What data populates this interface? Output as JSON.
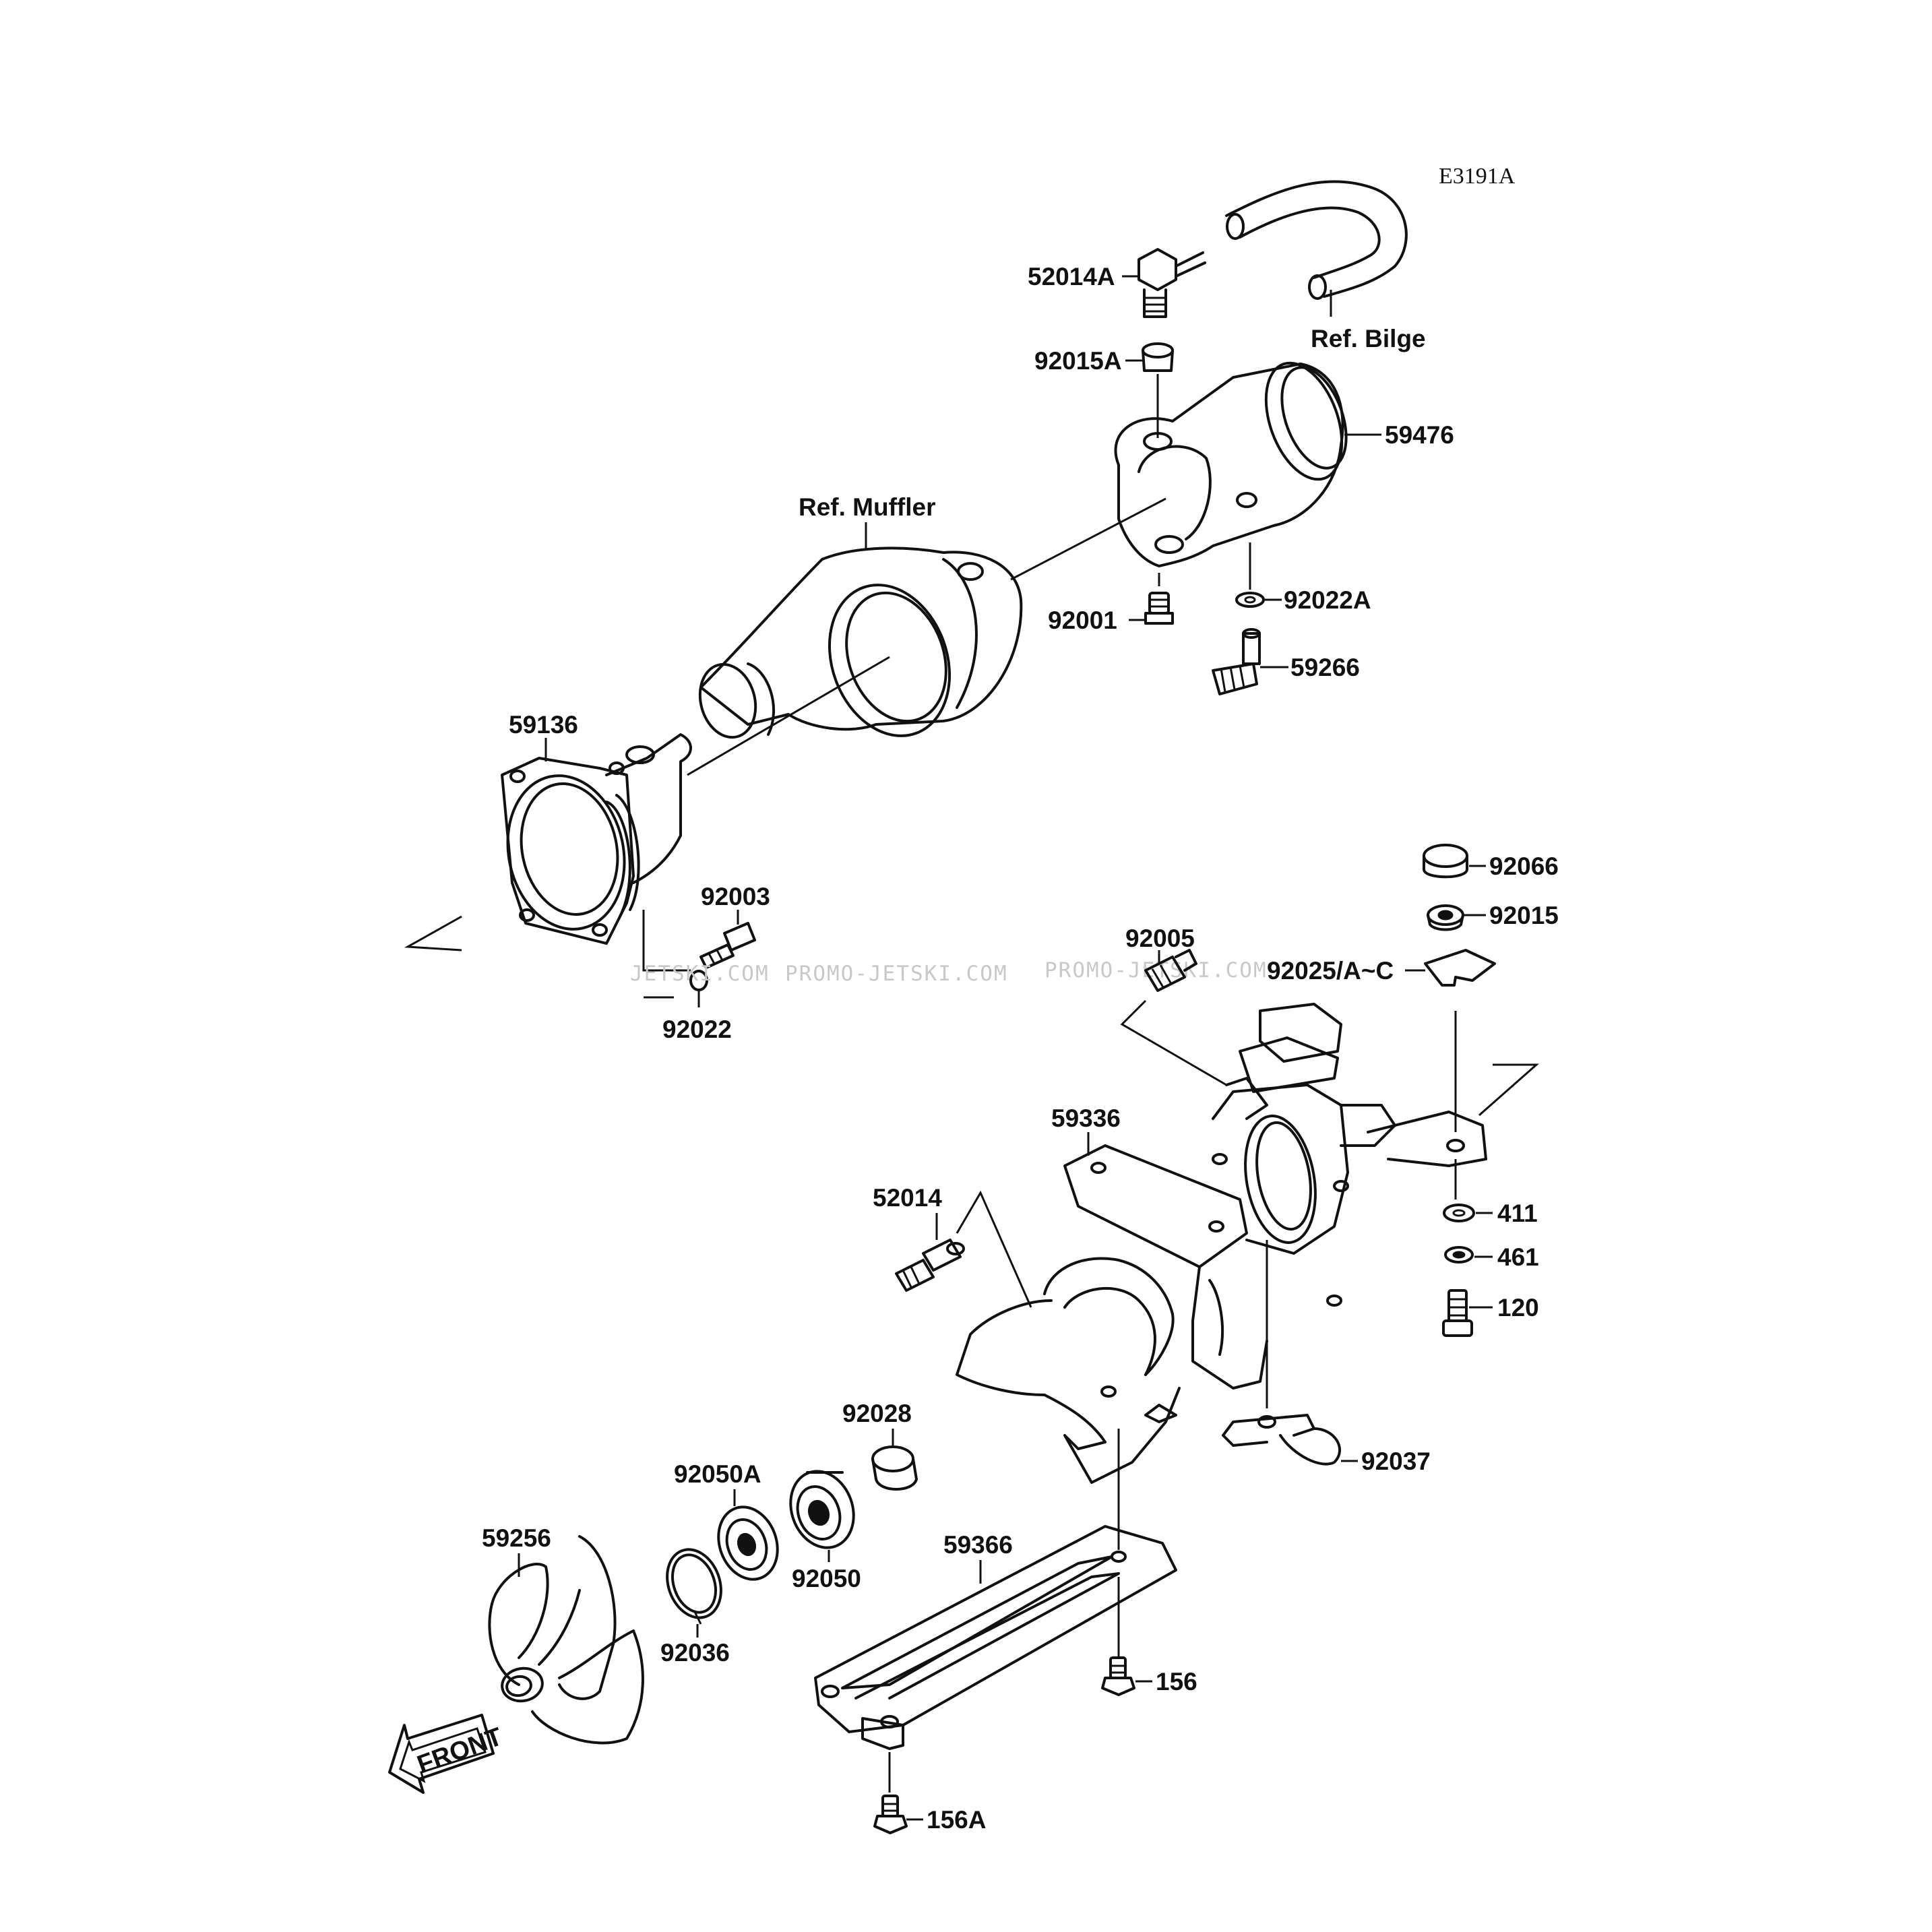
{
  "diagram_code": "E3191A",
  "references": {
    "bilge": "Ref. Bilge",
    "muffler": "Ref. Muffler"
  },
  "parts": {
    "p52014A": "52014A",
    "p92015A": "92015A",
    "p59476": "59476",
    "p92001": "92001",
    "p92022A": "92022A",
    "p59266": "59266",
    "p59136": "59136",
    "p92003": "92003",
    "p92022": "92022",
    "p92066": "92066",
    "p92015": "92015",
    "p92005": "92005",
    "p92025": "92025/A~C",
    "p59336": "59336",
    "p52014": "52014",
    "p411": "411",
    "p461": "461",
    "p120": "120",
    "p92028": "92028",
    "p92050A": "92050A",
    "p92050": "92050",
    "p59256": "59256",
    "p92036": "92036",
    "p59366": "59366",
    "p92037": "92037",
    "p156": "156",
    "p156A": "156A"
  },
  "front_arrow": "FRONT",
  "watermarks": [
    "JETSKI.COM",
    "PROMO-JETSKI.COM",
    "PROMO-JETSKI.COM"
  ]
}
